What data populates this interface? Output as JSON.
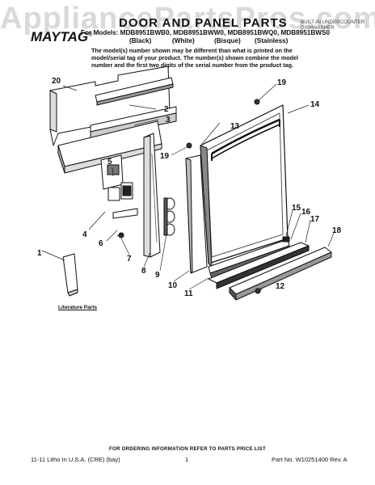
{
  "watermark": "AppliancePartsPros.com",
  "header": {
    "title": "DOOR AND PANEL PARTS",
    "brand": "MAYTAG",
    "brand_mark": "®",
    "models_prefix": "For Models: MDB8951BWB0, MDB8951BWW0, MDB8951BWQ0, MDB8951BWS0",
    "colors": [
      "(Black)",
      "(White)",
      "(Bisque)",
      "(Stainless)"
    ],
    "product_line1": "BUILT-IN UNDERCOUNTER",
    "product_line2": "DISHWASHER",
    "note": "The model(s) number shown may be different than what is printed on the model/serial tag of your product. The number(s) shown combine the model number and the first two digits of the serial number from the product tag."
  },
  "callouts": [
    "1",
    "2",
    "3",
    "4",
    "5",
    "6",
    "7",
    "8",
    "9",
    "10",
    "11",
    "12",
    "13",
    "14",
    "15",
    "16",
    "17",
    "18",
    "19",
    "19",
    "20"
  ],
  "literature_label": "Literature Parts",
  "footer": {
    "center": "FOR ORDERING INFORMATION REFER TO PARTS PRICE LIST",
    "left": "11-11 Litho In U.S.A. (CRE) (bay)",
    "page": "1",
    "right": "Part No. W10251400 Rev. A"
  }
}
